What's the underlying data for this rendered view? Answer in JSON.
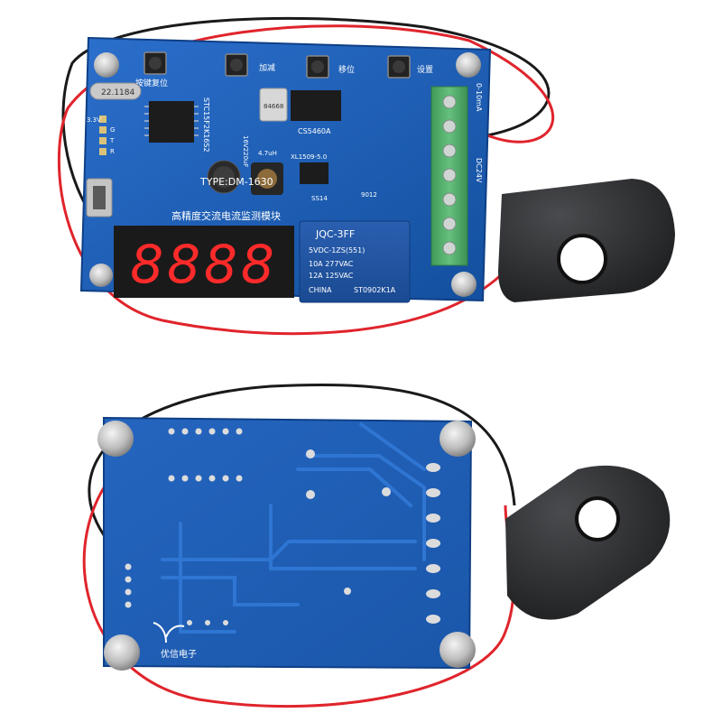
{
  "front_board": {
    "buttons": [
      "按键复位",
      "加减",
      "移位",
      "设置"
    ],
    "crystal_label": "22.1184",
    "chip_label": "STC15F2K16S2",
    "adc_chip_label": "CS5460A",
    "ic_label": "84668",
    "type_label": "TYPE:DM-1630",
    "product_label": "高精度交流电流监测模块",
    "capacitor_label": "16V220uF",
    "regulator_label": "XL1509-5.0",
    "header_labels": [
      "3.3V",
      "G",
      "T",
      "R"
    ],
    "display_digits": "8888",
    "relay": {
      "brand": "JQC-3FF",
      "model": "5VDC-1ZS(551)",
      "rating_1": "10A 277VAC",
      "rating_2": "12A 125VAC",
      "origin": "CHINA",
      "code": "ST0902K1A"
    },
    "terminal_labels": [
      "0-10mA",
      "DC24V"
    ],
    "misc_labels": [
      "4.7uH",
      "SS14",
      "9012"
    ]
  },
  "back_board": {
    "brand": "优信电子"
  },
  "colors": {
    "pcb_blue": "#1f5fb8",
    "pcb_blue_dark": "#134a96",
    "terminal_green": "#4fae68",
    "display_red": "#ff2a2a",
    "wire_red": "#e0242c",
    "wire_black": "#1a1a1a",
    "sensor_gray": "#2b2c2e"
  }
}
